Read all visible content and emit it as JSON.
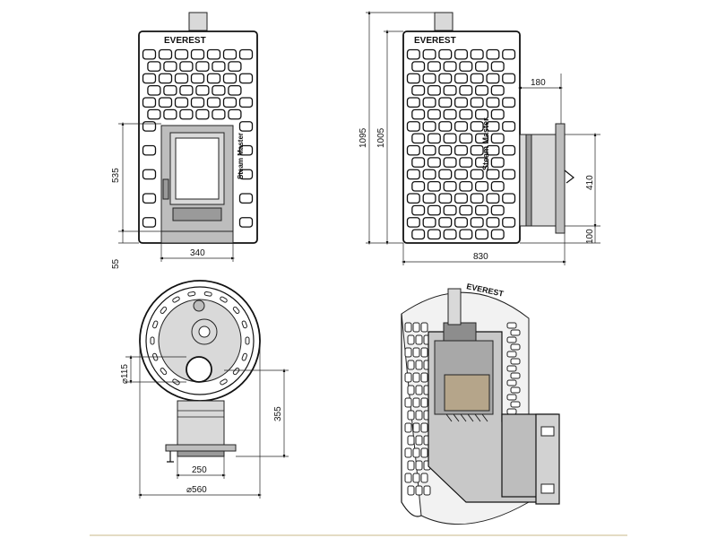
{
  "front_view": {
    "brand": "EVEREST",
    "side_text": "Steam Master",
    "dims": {
      "height_firebox": "535",
      "base": "55",
      "width": "340"
    }
  },
  "side_view": {
    "brand": "EVEREST",
    "side_text": "Steam Master",
    "dims": {
      "total_height": "1095",
      "body_height": "1005",
      "tunnel_offset": "180",
      "tunnel_height": "410",
      "tunnel_base": "100",
      "depth": "830"
    }
  },
  "top_view": {
    "dims": {
      "flue_diameter": "⌀115",
      "tunnel_length": "355",
      "tunnel_width": "250",
      "diameter": "⌀560"
    }
  },
  "cutaway_view": {
    "brand": "EVEREST"
  }
}
